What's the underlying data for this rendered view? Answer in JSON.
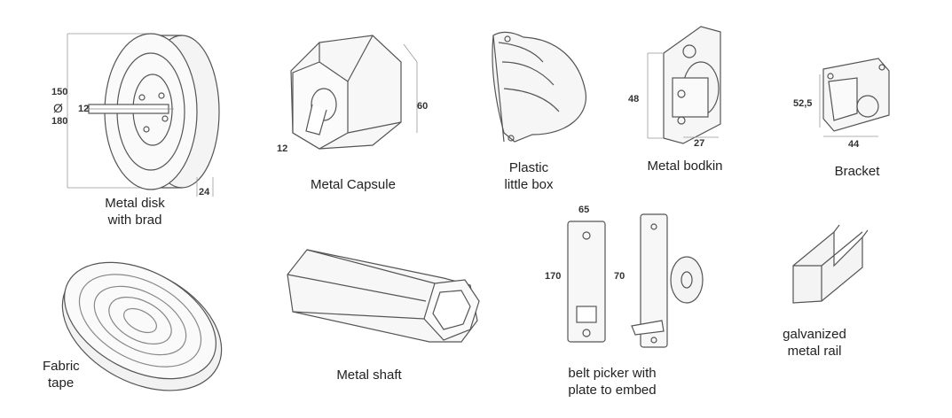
{
  "parts": {
    "metal_disk": {
      "label_line1": "Metal disk",
      "label_line2": "with brad",
      "dim_top": "150",
      "dim_diameter_symbol": "Ø",
      "dim_bottom": "180",
      "dim_shaft": "12",
      "dim_width": "24"
    },
    "metal_capsule": {
      "label": "Metal Capsule",
      "dim_height": "60",
      "dim_shaft": "12"
    },
    "plastic_box": {
      "label_line1": "Plastic",
      "label_line2": "little box"
    },
    "metal_bodkin": {
      "label": "Metal  bodkin",
      "dim_height": "48",
      "dim_width": "27"
    },
    "bracket": {
      "label": "Bracket",
      "dim_height": "52,5",
      "dim_width": "44"
    },
    "fabric_tape": {
      "label_line1": "Fabric",
      "label_line2": "tape"
    },
    "metal_shaft": {
      "label": "Metal shaft"
    },
    "belt_picker": {
      "label_line1": "belt picker with",
      "label_line2": "plate to embed",
      "dim_width": "65",
      "dim_plate_height": "170",
      "dim_picker_height": "70"
    },
    "galvanized_rail": {
      "label_line1": "galvanized",
      "label_line2": "metal rail"
    }
  }
}
